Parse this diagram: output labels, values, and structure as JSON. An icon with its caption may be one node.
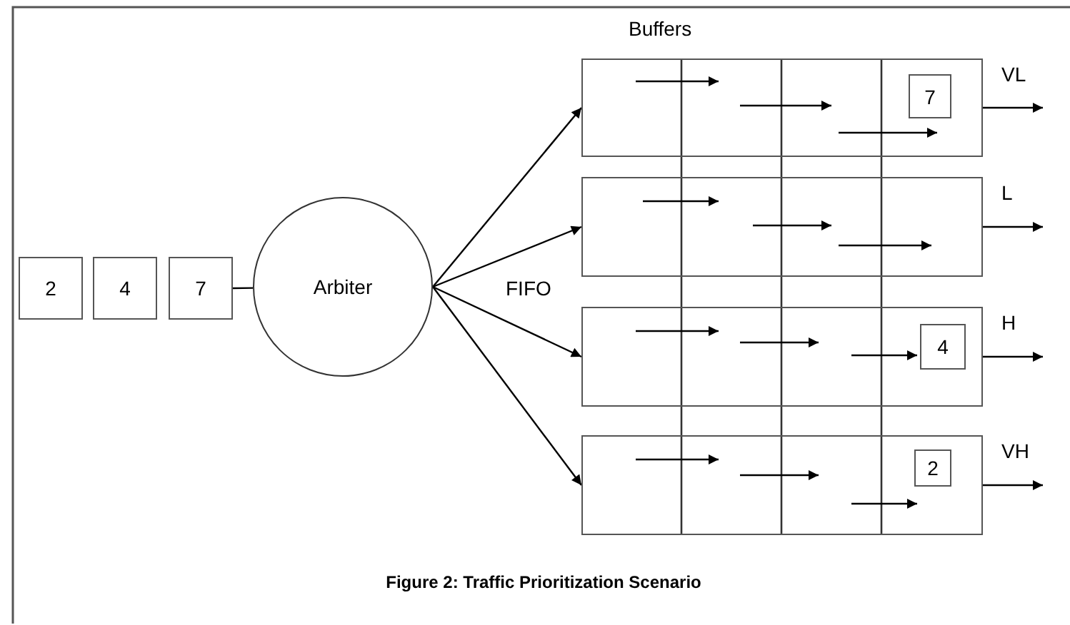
{
  "diagram": {
    "caption": "Figure 2: Traffic Prioritization Scenario",
    "nodes": [
      {
        "text": [
          "2"
        ]
      },
      {
        "text": [
          "4"
        ]
      },
      {
        "text": [
          "7"
        ]
      },
      {
        "text": [
          "Arbiter"
        ]
      },
      {
        "text": [],
        "shape": "box"
      },
      {
        "text": [],
        "shape": "box"
      },
      {
        "text": [],
        "shape": "box"
      },
      {
        "text": [],
        "shape": "box"
      },
      {
        "text": [
          "7"
        ],
        "in": 4
      },
      {
        "text": [
          "4"
        ],
        "in": 6
      },
      {
        "text": [
          "2"
        ],
        "in": 7
      }
    ],
    "edges": [
      {
        "from": 2,
        "to": 3,
        "arrow": "none"
      },
      {
        "from": 3,
        "to": 4,
        "arrow": "to"
      },
      {
        "from": 3,
        "to": 5,
        "arrow": "to"
      },
      {
        "from": 3,
        "to": 6,
        "arrow": "to"
      },
      {
        "from": 3,
        "to": 7,
        "arrow": "to"
      },
      {
        "from": 4,
        "to": null,
        "arrow": "to",
        "label": "VL"
      },
      {
        "from": 5,
        "to": null,
        "arrow": "to",
        "label": "L"
      },
      {
        "from": 6,
        "to": null,
        "arrow": "to",
        "label": "H"
      },
      {
        "from": 7,
        "to": null,
        "arrow": "to",
        "label": "VH"
      }
    ],
    "labels": [
      "Buffers",
      "FIFO"
    ]
  }
}
